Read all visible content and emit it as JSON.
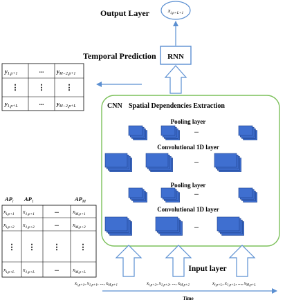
{
  "labels": {
    "output_layer": "Output Layer",
    "output_node": "x",
    "output_node_sub": "i,p+L+1",
    "temporal_prediction": "Temporal Prediction",
    "rnn": "RNN",
    "cnn": "CNN",
    "spatial": "Spatial Dependencies Extraction",
    "pooling_top": "Pooling layer",
    "conv_top": "Convolutional 1D layer",
    "pooling_bottom": "Pooling layer",
    "conv_bottom": "Convolutional 1D layer",
    "input_layer": "Input layer",
    "time": "Time",
    "ellipsis": "...",
    "vdots": "⋮"
  },
  "output_matrix": {
    "rows": [
      [
        {
          "base": "y",
          "sub": "1,p+1"
        },
        {
          "base": "...",
          "sub": ""
        },
        {
          "base": "y",
          "sub": "M−2,p+1"
        }
      ],
      [
        {
          "base": "⋮",
          "sub": ""
        },
        {
          "base": "⋮",
          "sub": ""
        },
        {
          "base": "⋮",
          "sub": ""
        }
      ],
      [
        {
          "base": "y",
          "sub": "1,p+L"
        },
        {
          "base": "...",
          "sub": ""
        },
        {
          "base": "y",
          "sub": "M−2,p+L"
        }
      ]
    ]
  },
  "input_matrix": {
    "headers": [
      {
        "base": "AP",
        "sub": "i"
      },
      {
        "base": "AP",
        "sub": "1"
      },
      {
        "base": "",
        "sub": ""
      },
      {
        "base": "AP",
        "sub": "M"
      }
    ],
    "rows": [
      [
        {
          "base": "x",
          "sub": "i,p+1"
        },
        {
          "base": "x",
          "sub": "1,p+1"
        },
        {
          "base": "...",
          "sub": ""
        },
        {
          "base": "x",
          "sub": "M,p+1"
        }
      ],
      [
        {
          "base": "x",
          "sub": "i,p+2"
        },
        {
          "base": "x",
          "sub": "1,p+2"
        },
        {
          "base": "...",
          "sub": ""
        },
        {
          "base": "x",
          "sub": "M,p+2"
        }
      ],
      [
        {
          "base": "⋮",
          "sub": ""
        },
        {
          "base": "⋮",
          "sub": ""
        },
        {
          "base": "⋮",
          "sub": ""
        },
        {
          "base": "⋮",
          "sub": ""
        }
      ],
      [
        {
          "base": "x",
          "sub": "i,p+L"
        },
        {
          "base": "x",
          "sub": "1,p+L"
        },
        {
          "base": "...",
          "sub": ""
        },
        {
          "base": "x",
          "sub": "M,p+L"
        }
      ]
    ]
  },
  "input_sequences": [
    {
      "terms": [
        {
          "b": "x",
          "s": "i,p+1"
        },
        {
          "b": "x",
          "s": "1,p+1"
        },
        {
          "b": "...",
          "s": ""
        },
        {
          "b": "x",
          "s": "M,p+1"
        }
      ]
    },
    {
      "terms": [
        {
          "b": "x",
          "s": "i,p+2"
        },
        {
          "b": "x",
          "s": "1,p+2"
        },
        {
          "b": "...",
          "s": ""
        },
        {
          "b": "x",
          "s": "M,p+2"
        }
      ]
    },
    {
      "terms": [
        {
          "b": "x",
          "s": "i,p+L"
        },
        {
          "b": "x",
          "s": "1,p+L"
        },
        {
          "b": "...",
          "s": ""
        },
        {
          "b": "x",
          "s": "M,p+L"
        }
      ]
    }
  ],
  "colors": {
    "cnn_border": "#7cc05a",
    "arrow": "#5b8fd1",
    "block_fill": "#3f6fd0",
    "block_edge": "#1c3f8a"
  }
}
